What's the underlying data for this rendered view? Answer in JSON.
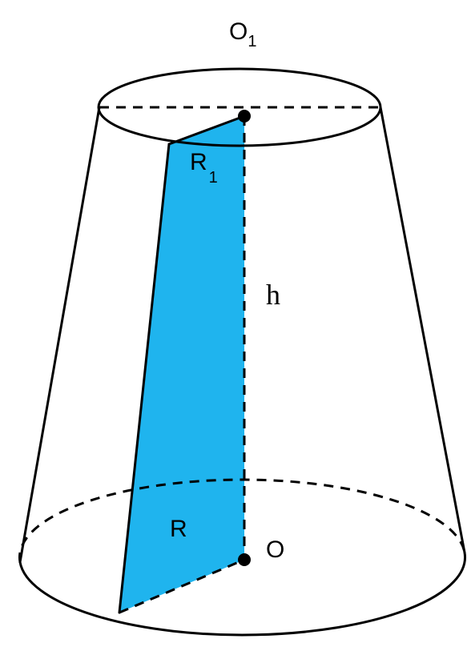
{
  "diagram": {
    "fill_color": "#1fb4ee",
    "line_color": "#000000",
    "labels": {
      "top_center": "O",
      "top_center_sub": "1",
      "top_radius": "R",
      "top_radius_sub": "1",
      "height": "h",
      "bottom_radius": "R",
      "bottom_center": "O"
    }
  }
}
